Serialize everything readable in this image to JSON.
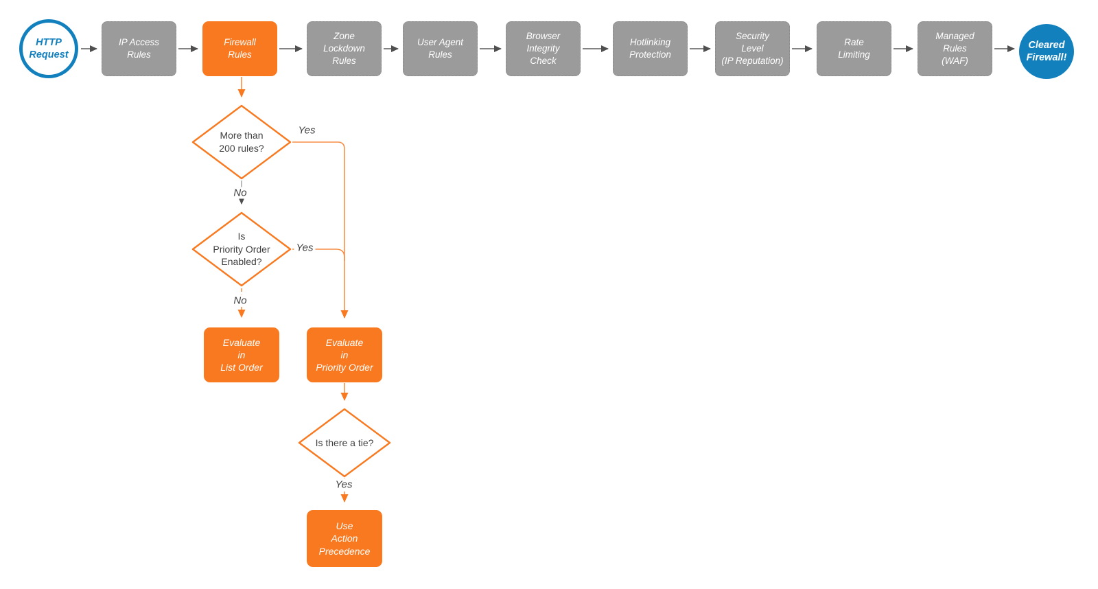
{
  "title": "HTTP request firewall evaluation flowchart",
  "colors": {
    "accent_orange": "#F8791F",
    "connector_orange": "#F78E46",
    "stage_gray": "#9B9B9B",
    "arrow_dark": "#4F4F4F",
    "brand_blue": "#1380BE",
    "text_dark": "#404040",
    "text_light": "#FFFFFF"
  },
  "pipeline": {
    "start": {
      "label": "HTTP\nRequest"
    },
    "stages": [
      {
        "label": "IP Access\nRules"
      },
      {
        "label": "Firewall\nRules"
      },
      {
        "label": "Zone\nLockdown\nRules"
      },
      {
        "label": "User Agent\nRules"
      },
      {
        "label": "Browser\nIntegrity\nCheck"
      },
      {
        "label": "Hotlinking\nProtection"
      },
      {
        "label": "Security\nLevel\n(IP Reputation)"
      },
      {
        "label": "Rate\nLimiting"
      },
      {
        "label": "Managed\nRules\n(WAF)"
      }
    ],
    "end": {
      "label": "Cleared\nFirewall!"
    }
  },
  "decision_flow": {
    "d1": {
      "question": "More than\n200 rules?",
      "yes_label": "Yes",
      "no_label": "No"
    },
    "d2": {
      "question": "Is\nPriority Order\nEnabled?",
      "yes_label": "Yes",
      "no_label": "No"
    },
    "list_order_box": {
      "label": "Evaluate\nin\nList Order"
    },
    "priority_box": {
      "label": "Evaluate\nin\nPriority Order"
    },
    "d3": {
      "question": "Is there a tie?",
      "yes_label": "Yes"
    },
    "action_box": {
      "label": "Use\nAction\nPrecedence"
    }
  }
}
